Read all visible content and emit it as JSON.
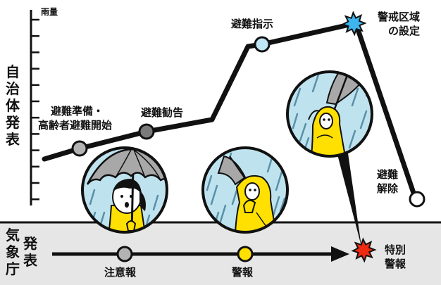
{
  "axis": {
    "rain_label": "雨量"
  },
  "side_labels": {
    "municipality": "自治体発表",
    "jma_col1": "気象庁",
    "jma_col2": "発表"
  },
  "municipality_steps": [
    {
      "label_line1": "避難準備・",
      "label_line2": "高齢者避難開始",
      "color": "#b3b3b3"
    },
    {
      "label": "避難勧告",
      "color": "#7a7a7a"
    },
    {
      "label": "避難指示",
      "color": "#bfe6f5"
    },
    {
      "label_line1": "警戒区域",
      "label_line2": "の設定",
      "color": "#3db6ef",
      "icon": "burst-icon"
    },
    {
      "label_line1": "避難",
      "label_line2": "解除",
      "color": "#ffffff"
    }
  ],
  "jma_steps": [
    {
      "label": "注意報",
      "color": "#b3b3b3"
    },
    {
      "label": "警報",
      "color": "#ffe000"
    },
    {
      "label_line1": "特別",
      "label_line2": "警報",
      "color": "#f02a10",
      "icon": "burst-icon"
    }
  ],
  "colors": {
    "band": "#e6e6e6",
    "rain_bg": "#bfe3ee",
    "raincoat": "#ffe000",
    "umbrella": "#a8a8a8"
  }
}
